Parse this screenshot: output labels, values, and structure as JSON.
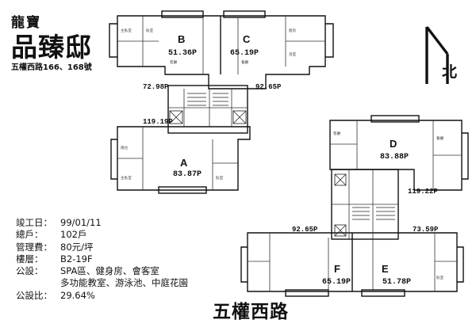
{
  "brand": {
    "subtitle": "龍寶",
    "name": "品臻邸",
    "address": "五權西路166、168號"
  },
  "compass_label": "北",
  "units": [
    {
      "letter": "B",
      "area": "51.36P"
    },
    {
      "letter": "C",
      "area": "65.19P"
    },
    {
      "letter": "A",
      "area": "83.87P"
    },
    {
      "letter": "D",
      "area": "83.88P"
    },
    {
      "letter": "F",
      "area": "65.19P"
    },
    {
      "letter": "E",
      "area": "51.78P"
    }
  ],
  "corner_areas": [
    "72.98P",
    "92.65P",
    "119.19P",
    "119.22P",
    "92.65P",
    "73.59P"
  ],
  "room_labels": [
    "主臥室",
    "臥室",
    "客廳",
    "餐廳",
    "廚房",
    "浴室",
    "陽台",
    "主臥室",
    "臥室",
    "客廳",
    "餐廳",
    "臥室"
  ],
  "info": {
    "completion": {
      "label": "竣工日：",
      "value": "99/01/11"
    },
    "households": {
      "label": "總戶：",
      "value": "102戶"
    },
    "management": {
      "label": "管理費：",
      "value": "80元/坪"
    },
    "floors": {
      "label": "樓層：",
      "value": "B2-19F"
    },
    "facilities": {
      "label": "公設：",
      "line1": "SPA區、健身房、會客室",
      "line2": "多功能教室、游泳池、中庭花園"
    },
    "ratio": {
      "label": "公設比：",
      "value": "29.64%"
    }
  },
  "street": "五權西路"
}
